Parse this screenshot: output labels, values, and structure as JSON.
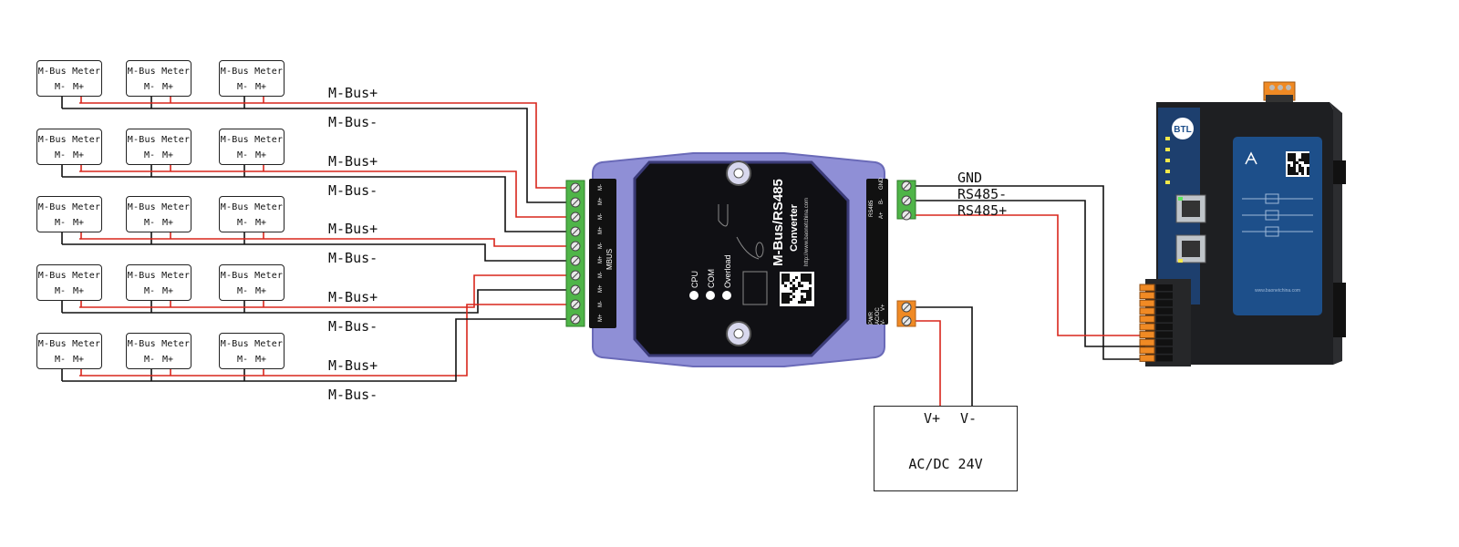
{
  "meters": {
    "label": "M-Bus Meter",
    "minus": "M-",
    "plus": "M+"
  },
  "bus_labels": {
    "plus": "M-Bus+",
    "minus": "M-Bus-"
  },
  "converter": {
    "title": "M-Bus/RS485",
    "subtitle": "Converter",
    "url": "http://www.baonetchina.com",
    "leds": [
      "CPU",
      "COM",
      "Overload"
    ],
    "mbus_label": "MBUS",
    "mbus_terminals": [
      "M-",
      "M+",
      "M-",
      "M+",
      "M-",
      "M+",
      "M-",
      "M+",
      "M-",
      "M+"
    ],
    "rs485_label": "RS485",
    "rs485_pins": [
      "A+",
      "B-",
      "GND"
    ],
    "pwr_label": "PWR",
    "pwr_sub": "AC/DC",
    "pwr_pins": [
      "V-",
      "V+"
    ]
  },
  "rs485_signals": [
    "GND",
    "RS485-",
    "RS485+"
  ],
  "power_supply": {
    "vplus": "V+",
    "vminus": "V-",
    "name": "AC/DC 24V"
  },
  "gateway": {
    "logo": "BTL",
    "website": "www.baonetchina.com"
  },
  "colors": {
    "plus_wire": "#d9261c",
    "minus_wire": "#111111",
    "terminal_green": "#4fb548",
    "terminal_orange": "#f08a24",
    "converter_body": "#8f8fd6",
    "gateway_body": "#1e1f22",
    "gateway_panel": "#1d4f8a"
  }
}
